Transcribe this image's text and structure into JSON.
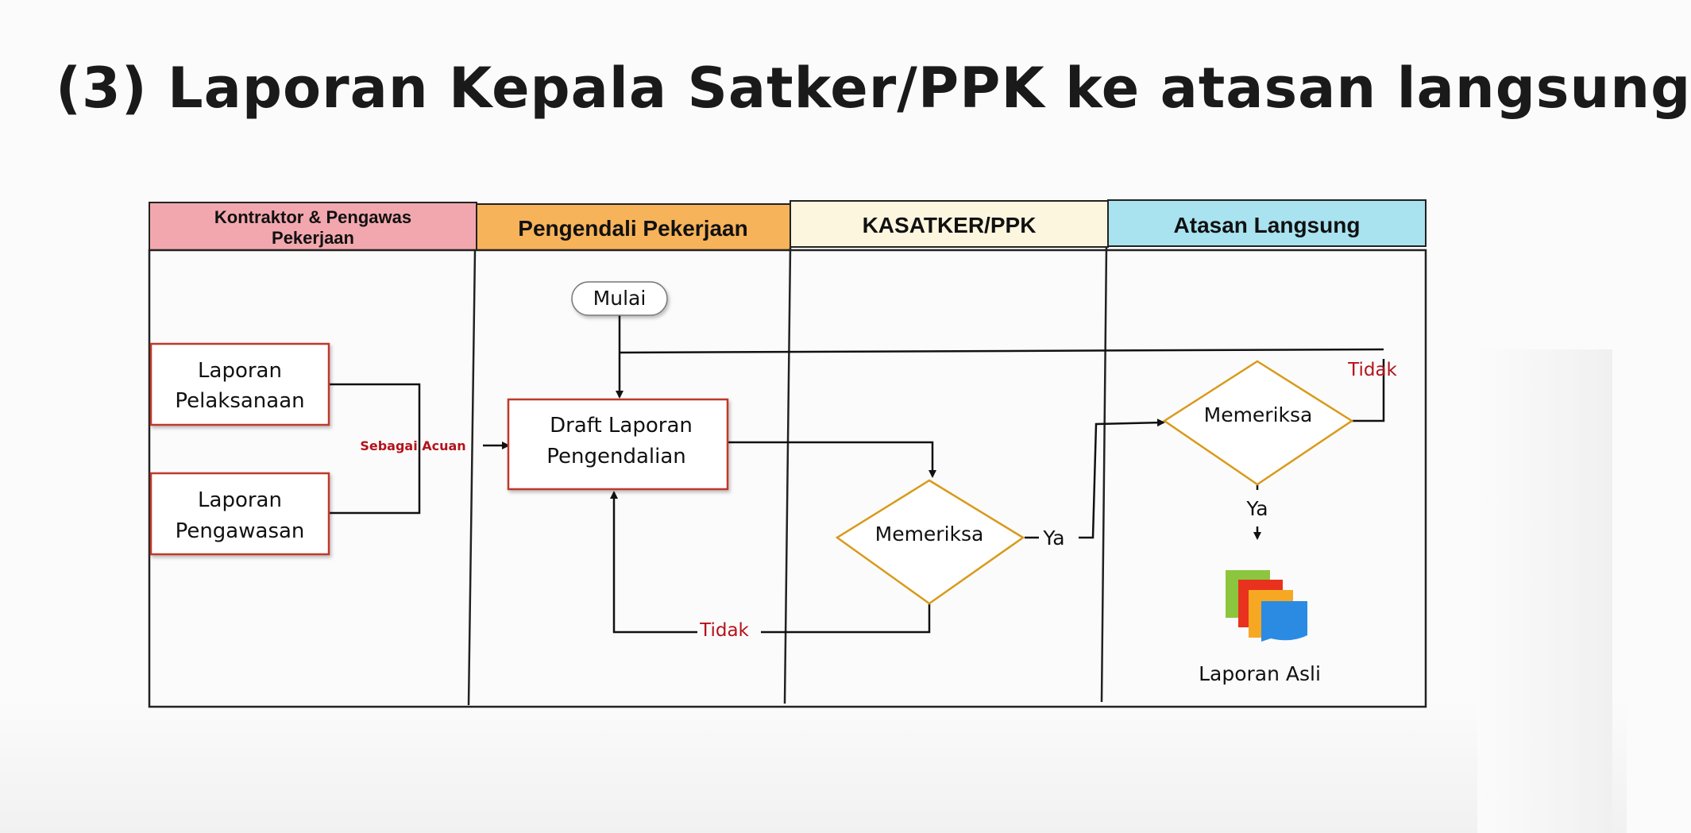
{
  "title": "(3) Laporan Kepala Satker/PPK ke atasan langsung",
  "lanes": [
    {
      "label_line1": "Kontraktor & Pengawas",
      "label_line2": "Pekerjaan",
      "color": "#f2a7ae"
    },
    {
      "label": "Pengendali Pekerjaan",
      "color": "#f7b35a"
    },
    {
      "label": "KASATKER/PPK",
      "color": "#fdf6de"
    },
    {
      "label": "Atasan Langsung",
      "color": "#a8e3ef"
    }
  ],
  "nodes": {
    "start": "Mulai",
    "laporan_pelaksanaan": {
      "line1": "Laporan",
      "line2": "Pelaksanaan"
    },
    "laporan_pengawasan": {
      "line1": "Laporan",
      "line2": "Pengawasan"
    },
    "draft": {
      "line1": "Draft Laporan",
      "line2": "Pengendalian"
    },
    "check_ppk": "Memeriksa",
    "check_atasan": "Memeriksa",
    "final_doc": "Laporan Asli"
  },
  "labels": {
    "sebagai_acuan": "Sebagai Acuan",
    "tidak_1": "Tidak",
    "ya_1": "Ya",
    "tidak_2": "Tidak",
    "ya_2": "Ya"
  },
  "colors": {
    "box_border": "#c0392b",
    "diamond_border": "#d99a1a",
    "label_red": "#b3131b",
    "line": "#111111",
    "doc_green": "#8cc63f",
    "doc_red": "#e8321e",
    "doc_orange": "#f7a823",
    "doc_blue": "#2b8be3"
  }
}
